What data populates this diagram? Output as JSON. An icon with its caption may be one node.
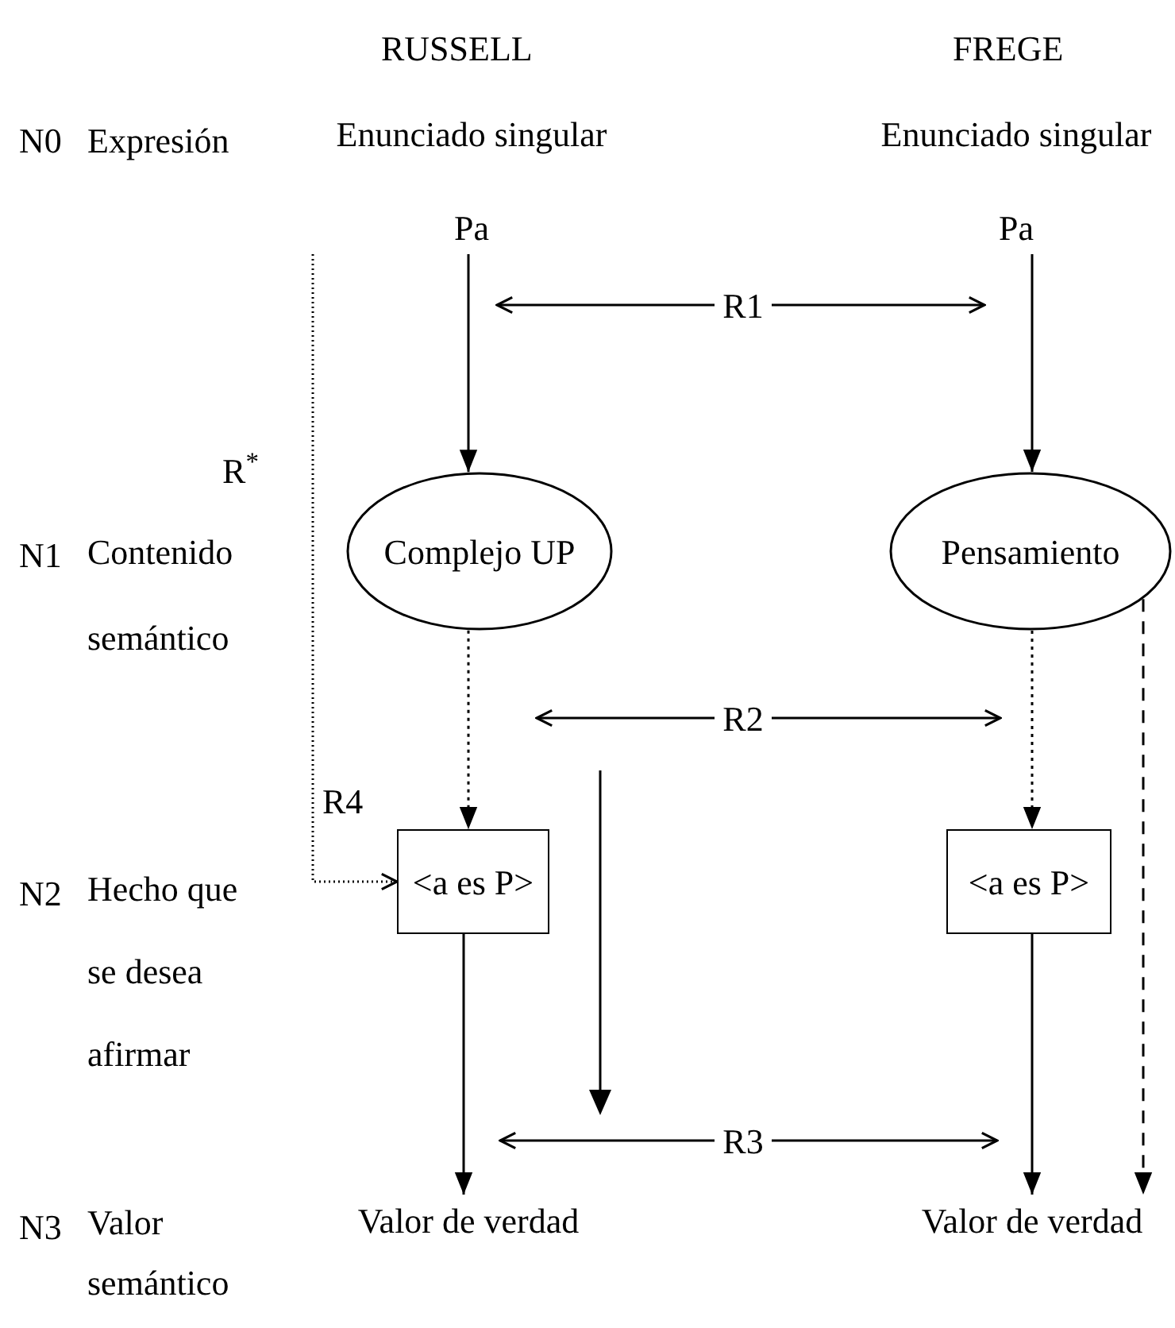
{
  "diagram": {
    "nodes": [
      {
        "text": [
          "Enunciado singular",
          "Pa"
        ]
      },
      {
        "text": [
          "Enunciado singular",
          "Pa"
        ]
      },
      {
        "text": [
          "Complejo UP"
        ]
      },
      {
        "text": [
          "Pensamiento"
        ]
      },
      {
        "text": [
          "<a es P>"
        ]
      },
      {
        "text": [
          "<a es P>"
        ]
      },
      {
        "text": [
          "Valor de verdad"
        ]
      },
      {
        "text": [
          "Valor de verdad"
        ]
      },
      {
        "text": [
          "R1"
        ]
      },
      {
        "text": [
          "R2"
        ]
      },
      {
        "text": [
          "R3"
        ]
      }
    ],
    "edges": [
      {
        "from": 0,
        "to": 2,
        "arrow": "to"
      },
      {
        "from": 1,
        "to": 3,
        "arrow": "to"
      },
      {
        "from": 8,
        "to": null,
        "arrow": "to"
      },
      {
        "from": 8,
        "to": null,
        "arrow": "to"
      },
      {
        "from": 2,
        "to": 4,
        "arrow": "to",
        "style": "dashed"
      },
      {
        "from": 3,
        "to": 5,
        "arrow": "to",
        "style": "dashed"
      },
      {
        "from": 3,
        "to": 7,
        "arrow": "to",
        "style": "dashed"
      },
      {
        "from": 9,
        "to": null,
        "arrow": "to"
      },
      {
        "from": 9,
        "to": null,
        "arrow": "to"
      },
      {
        "from": 0,
        "to": 4,
        "arrow": "to",
        "style": "dashed"
      },
      {
        "from": 4,
        "to": 6,
        "arrow": "to"
      },
      {
        "from": 5,
        "to": 7,
        "arrow": "to"
      },
      {
        "from": 10,
        "to": null,
        "arrow": "to"
      },
      {
        "from": 10,
        "to": null,
        "arrow": "to"
      }
    ],
    "labels": [
      "RUSSELL",
      "FREGE",
      "N0",
      "Expresión",
      "R$^{*}$",
      "N1",
      "Contenido semántico",
      "R4",
      "N2",
      "Hecho que se desea afirmar",
      "N3",
      "Valor semántico"
    ]
  }
}
